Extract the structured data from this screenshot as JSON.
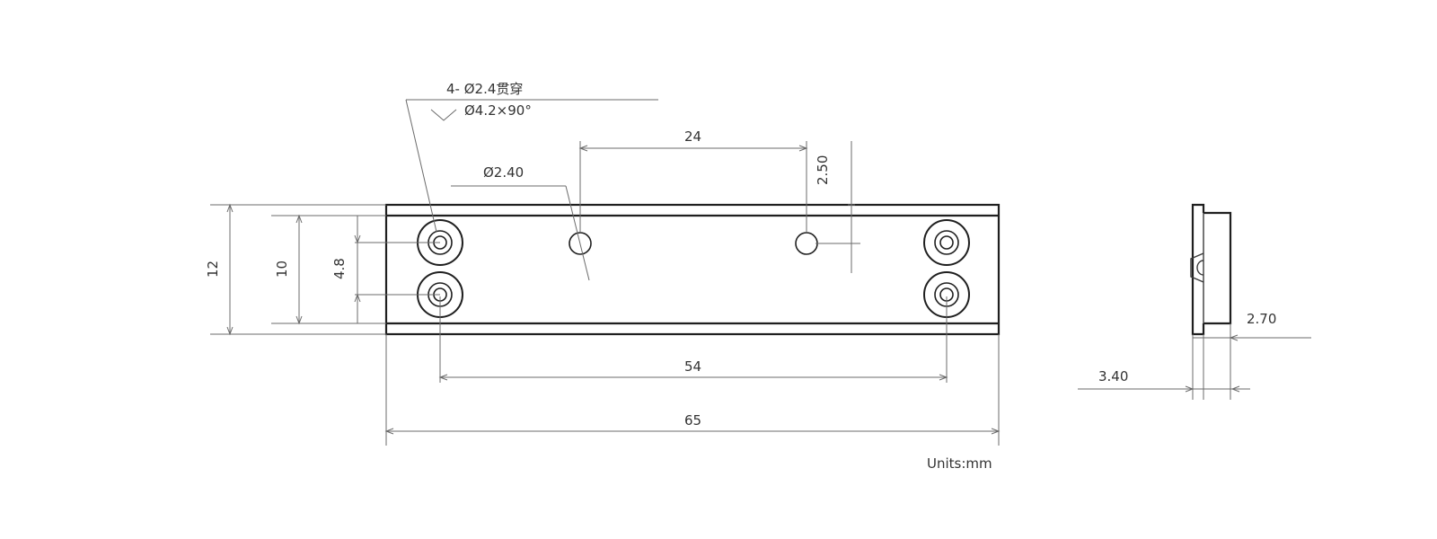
{
  "callouts": {
    "counterbore_line1": "4- Ø2.4贯穿",
    "counterbore_line2": "Ø4.2×90°",
    "small_hole": "Ø2.40"
  },
  "dimensions": {
    "top_spacing": "24",
    "hole_offset": "2.50",
    "outer_height": "12",
    "inner_height": "10",
    "hole_pitch": "4.8",
    "hole_span": "54",
    "overall_length": "65",
    "side_thickness_a": "2.70",
    "side_thickness_b": "3.40"
  },
  "units_label": "Units:mm",
  "colors": {
    "line": "#1f1f1f",
    "dimension_line": "#6b6b6b",
    "text": "#333333",
    "background": "#ffffff"
  }
}
